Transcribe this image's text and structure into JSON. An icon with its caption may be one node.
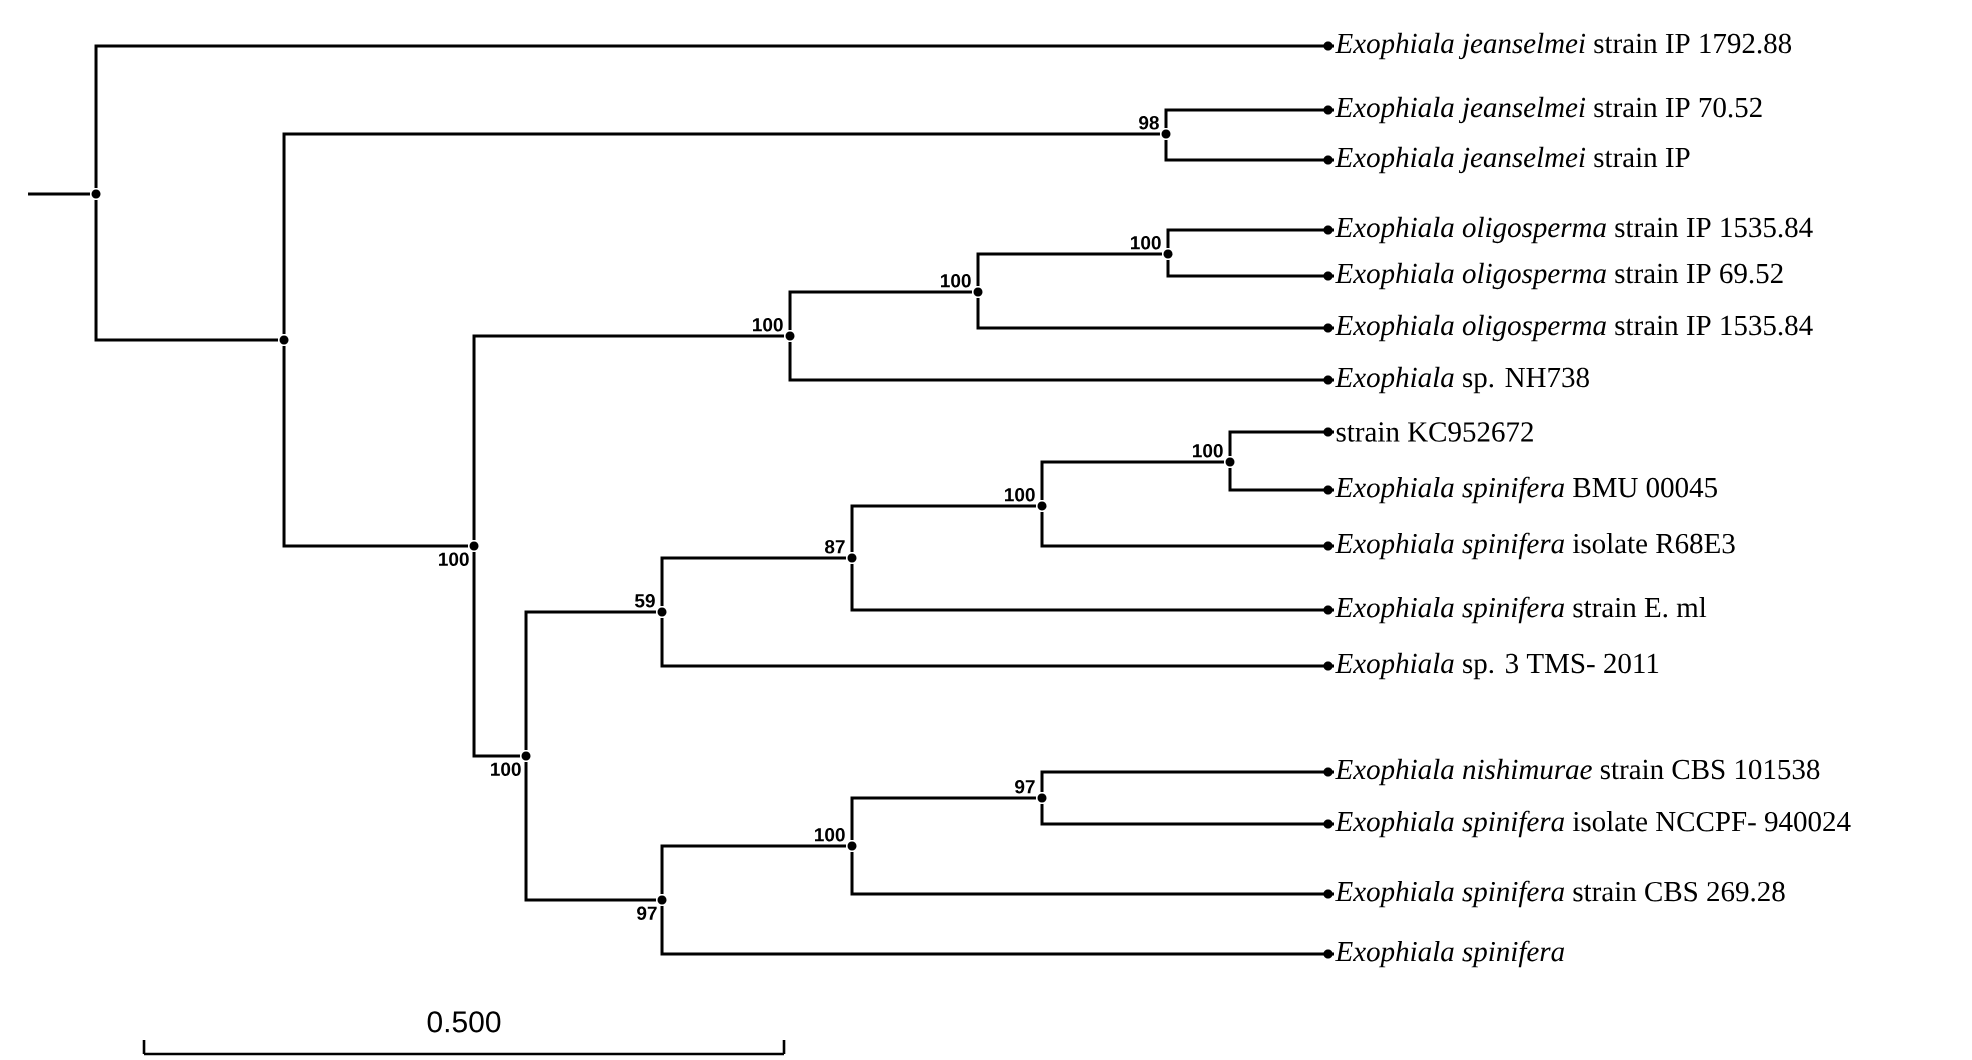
{
  "diagram": {
    "nodes": [
      {
        "text": [],
        "shape": "circle"
      },
      {
        "text": [
          "*Exophiala jeanselmei* strain IP 1792.88"
        ]
      },
      {
        "text": [],
        "shape": "circle"
      },
      {
        "text": [],
        "shape": "circle",
        "beside": [
          "98"
        ]
      },
      {
        "text": [
          "*Exophiala jeanselmei* strain IP 70.52"
        ]
      },
      {
        "text": [
          "*Exophiala jeanselmei* strain IP"
        ]
      },
      {
        "text": [],
        "shape": "circle",
        "beside": [
          "100"
        ]
      },
      {
        "text": [],
        "shape": "circle",
        "beside": [
          "100"
        ]
      },
      {
        "text": [],
        "shape": "circle",
        "beside": [
          "100"
        ]
      },
      {
        "text": [],
        "shape": "circle",
        "beside": [
          "100"
        ]
      },
      {
        "text": [
          "*Exophiala oligosperma* strain IP 1535.84"
        ]
      },
      {
        "text": [
          "*Exophiala oligosperma* strain IP 69.52"
        ]
      },
      {
        "text": [
          "*Exophiala oligosperma* strain IP 1535.84"
        ]
      },
      {
        "text": [
          "*Exophiala* sp. NH738"
        ]
      },
      {
        "text": [],
        "shape": "circle",
        "beside": [
          "100"
        ]
      },
      {
        "text": [],
        "shape": "circle",
        "beside": [
          "59"
        ]
      },
      {
        "text": [],
        "shape": "circle",
        "beside": [
          "87"
        ]
      },
      {
        "text": [],
        "shape": "circle",
        "beside": [
          "100"
        ]
      },
      {
        "text": [],
        "shape": "circle",
        "beside": [
          "100"
        ]
      },
      {
        "text": [
          "strain KC952672"
        ]
      },
      {
        "text": [
          "*Exophiala spinifera* BMU 00045"
        ]
      },
      {
        "text": [
          "*Exophiala spinifera* isolate R68E3"
        ]
      },
      {
        "text": [
          "*Exophiala spinifera* strain E. ml"
        ]
      },
      {
        "text": [
          "*Exophiala* sp. 3 TMS- 2011"
        ]
      },
      {
        "text": [],
        "shape": "circle",
        "beside": [
          "97"
        ]
      },
      {
        "text": [],
        "shape": "circle",
        "beside": [
          "100"
        ]
      },
      {
        "text": [],
        "shape": "circle",
        "beside": [
          "97"
        ]
      },
      {
        "text": [
          "*Exophiala nishimurae* strain CBS 101538"
        ]
      },
      {
        "text": [
          "*Exophiala spinifera* isolate NCCPF- 940024"
        ]
      },
      {
        "text": [
          "*Exophiala spinifera* strain CBS 269.28"
        ]
      },
      {
        "text": [
          "*Exophiala spinifera*"
        ]
      }
    ],
    "edges": [
      {
        "from": null,
        "to": 0,
        "arrow": "none"
      },
      {
        "from": 0,
        "to": 1,
        "arrow": "none"
      },
      {
        "from": 0,
        "to": 2,
        "arrow": "none"
      },
      {
        "from": 2,
        "to": 3,
        "arrow": "none"
      },
      {
        "from": 3,
        "to": 4,
        "arrow": "none"
      },
      {
        "from": 3,
        "to": 5,
        "arrow": "none"
      },
      {
        "from": 2,
        "to": 6,
        "arrow": "none"
      },
      {
        "from": 6,
        "to": 7,
        "arrow": "none"
      },
      {
        "from": 7,
        "to": 8,
        "arrow": "none"
      },
      {
        "from": 8,
        "to": 9,
        "arrow": "none"
      },
      {
        "from": 9,
        "to": 10,
        "arrow": "none"
      },
      {
        "from": 9,
        "to": 11,
        "arrow": "none"
      },
      {
        "from": 8,
        "to": 12,
        "arrow": "none"
      },
      {
        "from": 7,
        "to": 13,
        "arrow": "none"
      },
      {
        "from": 6,
        "to": 14,
        "arrow": "none"
      },
      {
        "from": 14,
        "to": 15,
        "arrow": "none"
      },
      {
        "from": 15,
        "to": 16,
        "arrow": "none"
      },
      {
        "from": 16,
        "to": 17,
        "arrow": "none"
      },
      {
        "from": 17,
        "to": 18,
        "arrow": "none"
      },
      {
        "from": 18,
        "to": 19,
        "arrow": "none"
      },
      {
        "from": 18,
        "to": 20,
        "arrow": "none"
      },
      {
        "from": 17,
        "to": 21,
        "arrow": "none"
      },
      {
        "from": 16,
        "to": 22,
        "arrow": "none"
      },
      {
        "from": 15,
        "to": 23,
        "arrow": "none"
      },
      {
        "from": 14,
        "to": 24,
        "arrow": "none"
      },
      {
        "from": 24,
        "to": 25,
        "arrow": "none"
      },
      {
        "from": 25,
        "to": 26,
        "arrow": "none"
      },
      {
        "from": 26,
        "to": 27,
        "arrow": "none"
      },
      {
        "from": 26,
        "to": 28,
        "arrow": "none"
      },
      {
        "from": 25,
        "to": 29,
        "arrow": "none"
      },
      {
        "from": 24,
        "to": 30,
        "arrow": "none"
      }
    ],
    "labels": [
      "0.500"
    ]
  }
}
